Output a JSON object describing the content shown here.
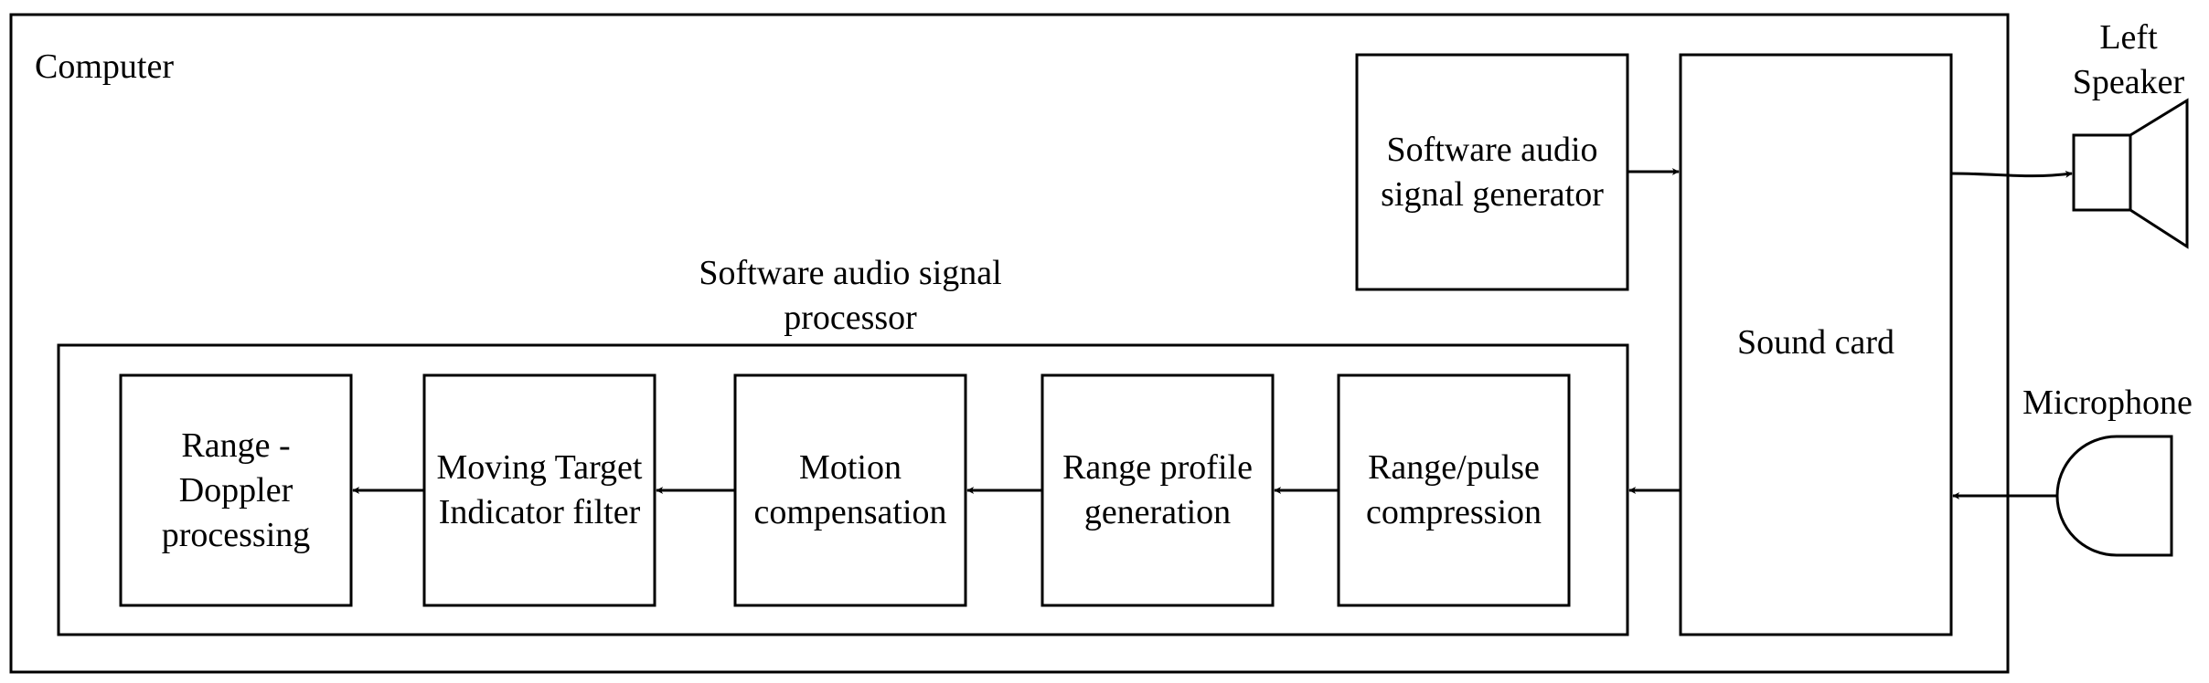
{
  "computer": {
    "label": "Computer"
  },
  "generator": {
    "label": "Software audio\nsignal generator"
  },
  "sound_card": {
    "label": "Sound card"
  },
  "speaker": {
    "label": "Left\nSpeaker"
  },
  "microphone": {
    "label": "Microphone"
  },
  "processor": {
    "label": "Software audio signal\nprocessor",
    "stages": [
      {
        "label": "Range -\nDoppler\nprocessing"
      },
      {
        "label": "Moving Target\nIndicator filter"
      },
      {
        "label": "Motion\ncompensation"
      },
      {
        "label": "Range profile\ngeneration"
      },
      {
        "label": "Range/pulse\ncompression"
      }
    ]
  }
}
